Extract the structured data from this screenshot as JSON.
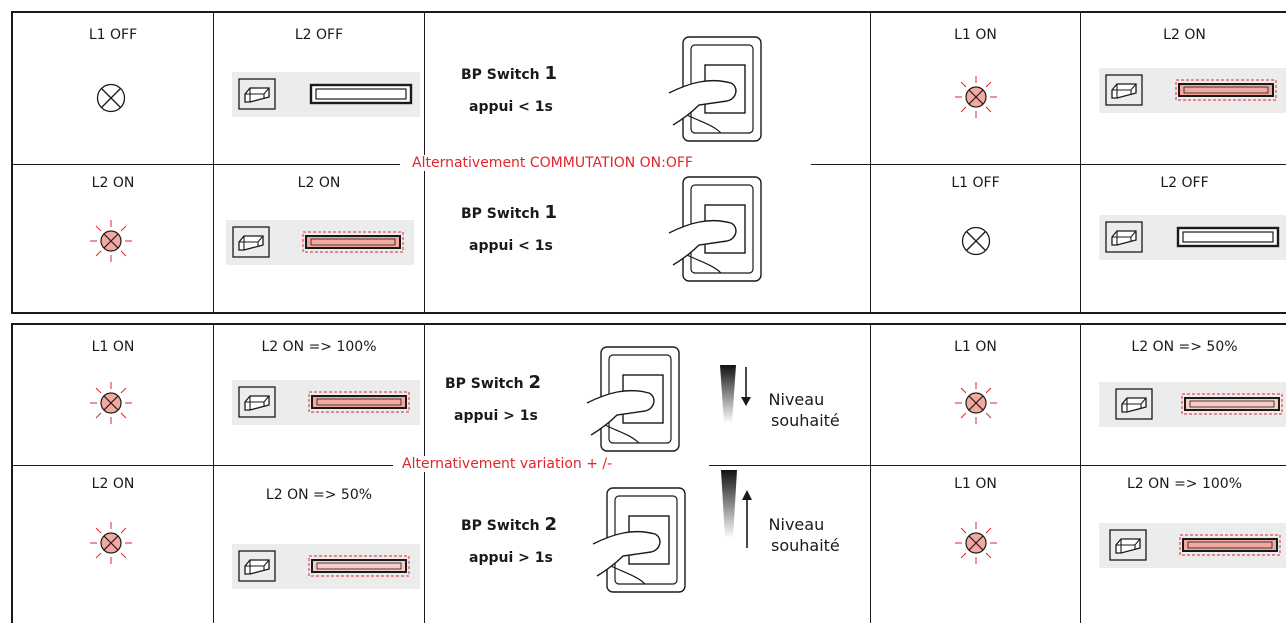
{
  "colors": {
    "line": "#1a1a1a",
    "accent": "#e0262b",
    "lamp_on_fill": "#f4a9a0",
    "tube_on_fill": "#f4a9a0",
    "box_bg": "#ececec"
  },
  "panel1": {
    "row1": {
      "l1_left": "L1 OFF",
      "l2_left": "L2 OFF",
      "bp_label": "BP Switch",
      "bp_num": "1",
      "bp_cond": "appui < 1s",
      "l1_right": "L1 ON",
      "l2_right": "L2  ON"
    },
    "separator": "Alternativement COMMUTATION ON:OFF",
    "row2": {
      "l1_left": "L2 ON",
      "l2_left": "L2 ON",
      "bp_label": "BP Switch",
      "bp_num": "1",
      "bp_cond": "appui < 1s",
      "l1_right": "L1 OFF",
      "l2_right": "L2  OFF"
    }
  },
  "panel2": {
    "row1": {
      "l1_left": "L1 ON",
      "l2_left": "L2 ON => 100%",
      "bp_label": "BP Switch",
      "bp_num": "2",
      "bp_cond": "appui > 1s",
      "niveau_line1": "Niveau",
      "niveau_line2": "souhaité",
      "l1_right": "L1 ON",
      "l2_right": "L2  ON => 50%"
    },
    "separator": "Alternativement variation + /-",
    "row2": {
      "l1_left": "L2 ON",
      "l2_left": "L2 ON => 50%",
      "bp_label": "BP Switch",
      "bp_num": "2",
      "bp_cond": "appui > 1s",
      "niveau_line1": "Niveau",
      "niveau_line2": "souhaité",
      "l1_right": "L1 ON",
      "l2_right": "L2  ON => 100%"
    }
  },
  "icons": {
    "lamp_off": "lamp-off-icon",
    "lamp_on": "lamp-on-icon",
    "ballast": "ballast-icon",
    "tube_off": "fluorescent-tube-off-icon",
    "tube_on": "fluorescent-tube-on-icon",
    "switch": "push-button-switch-icon",
    "level_down": "level-down-arrow-icon",
    "level_up": "level-up-arrow-icon"
  }
}
